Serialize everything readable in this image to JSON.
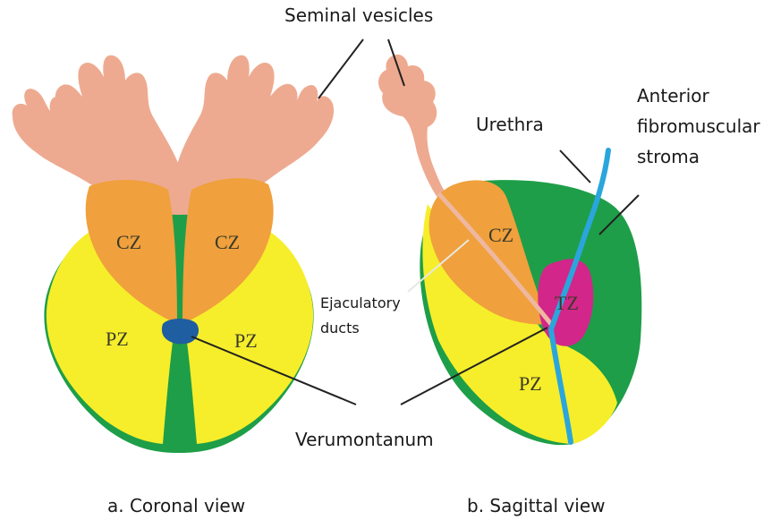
{
  "labels": {
    "seminal_vesicles": "Seminal vesicles",
    "urethra": "Urethra",
    "afs_line1": "Anterior",
    "afs_line2": "fibromuscular",
    "afs_line3": "stroma",
    "ejac_line1": "Ejaculatory",
    "ejac_line2": "ducts",
    "verumontanum": "Verumontanum"
  },
  "coronal": {
    "caption": "a. Coronal view",
    "cz_left": "CZ",
    "cz_right": "CZ",
    "pz_left": "PZ",
    "pz_right": "PZ"
  },
  "sagittal": {
    "caption": "b. Sagittal view",
    "cz": "CZ",
    "tz": "TZ",
    "pz": "PZ"
  },
  "colors": {
    "seminal": "#eeaa90",
    "cz": "#f0a03c",
    "pz": "#f6ee2a",
    "fibro": "#1e9e48",
    "tz": "#d2268a",
    "urethra": "#2aa6dc",
    "verumontanum": "#1f5ea0"
  }
}
